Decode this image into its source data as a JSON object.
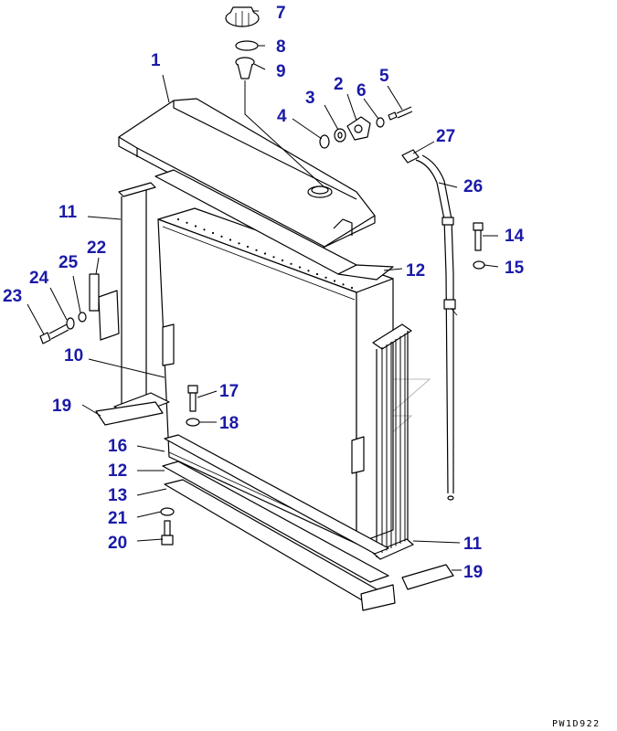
{
  "diagram": {
    "drawing_code": "PW1D922",
    "callouts": [
      {
        "id": "c1",
        "label": "1"
      },
      {
        "id": "c2",
        "label": "2"
      },
      {
        "id": "c3",
        "label": "3"
      },
      {
        "id": "c4",
        "label": "4"
      },
      {
        "id": "c5",
        "label": "5"
      },
      {
        "id": "c6",
        "label": "6"
      },
      {
        "id": "c7",
        "label": "7"
      },
      {
        "id": "c8",
        "label": "8"
      },
      {
        "id": "c9",
        "label": "9"
      },
      {
        "id": "c10",
        "label": "10"
      },
      {
        "id": "c11a",
        "label": "11"
      },
      {
        "id": "c11b",
        "label": "11"
      },
      {
        "id": "c12a",
        "label": "12"
      },
      {
        "id": "c12b",
        "label": "12"
      },
      {
        "id": "c13",
        "label": "13"
      },
      {
        "id": "c14",
        "label": "14"
      },
      {
        "id": "c15",
        "label": "15"
      },
      {
        "id": "c16",
        "label": "16"
      },
      {
        "id": "c17",
        "label": "17"
      },
      {
        "id": "c18",
        "label": "18"
      },
      {
        "id": "c19a",
        "label": "19"
      },
      {
        "id": "c19b",
        "label": "19"
      },
      {
        "id": "c20",
        "label": "20"
      },
      {
        "id": "c21",
        "label": "21"
      },
      {
        "id": "c22",
        "label": "22"
      },
      {
        "id": "c23",
        "label": "23"
      },
      {
        "id": "c24",
        "label": "24"
      },
      {
        "id": "c25",
        "label": "25"
      },
      {
        "id": "c26",
        "label": "26"
      },
      {
        "id": "c27",
        "label": "27"
      }
    ]
  }
}
